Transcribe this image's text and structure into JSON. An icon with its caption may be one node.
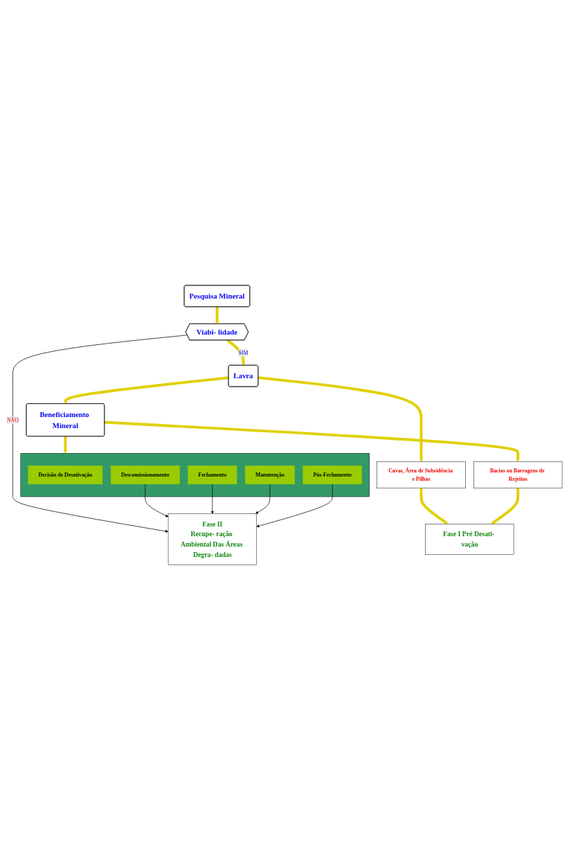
{
  "diagram": {
    "nodes": [
      {
        "text": [
          "Pesquisa Mineral"
        ]
      },
      {
        "text": [
          "Viabi- lidade"
        ]
      },
      {
        "text": [
          "Lavra"
        ]
      },
      {
        "text": [
          "Cavas, Área de Subsidência e Pilhas"
        ]
      },
      {
        "text": [
          "Fase I Pré Desati- vação"
        ]
      },
      {
        "text": [
          "Beneficiamento Mineral"
        ]
      },
      {
        "text": [
          "Bacias ou Barragens de Rejeitos"
        ]
      },
      {
        "text": [],
        "shape": "box"
      },
      {
        "text": [
          "Decisão de Desativação"
        ],
        "in": 7
      },
      {
        "text": [
          "Descomissionamento"
        ],
        "in": 7
      },
      {
        "text": [
          "Fechamento"
        ],
        "in": 7
      },
      {
        "text": [
          "Manutenção"
        ],
        "in": 7
      },
      {
        "text": [
          "Pós-Fechamento"
        ],
        "in": 7
      },
      {
        "text": [
          "Fase II",
          "Recupe- ração Ambiental Das Áreas Degra- dadas"
        ]
      }
    ],
    "edges": [
      {
        "from": 0,
        "to": 1,
        "arrow": "to"
      },
      {
        "from": 1,
        "to": 13,
        "arrow": "to",
        "label": "NÃO",
        "color": "#000000"
      },
      {
        "from": 1,
        "to": 2,
        "arrow": "to",
        "label": "SIM"
      },
      {
        "from": 2,
        "to": 3,
        "arrow": "to"
      },
      {
        "from": 3,
        "to": 4,
        "arrow": "to"
      },
      {
        "from": 2,
        "to": 5,
        "arrow": "to"
      },
      {
        "from": 5,
        "to": 6,
        "arrow": "to"
      },
      {
        "from": 6,
        "to": 4,
        "arrow": "to"
      },
      {
        "from": 5,
        "to": 7,
        "arrow": "to"
      },
      {
        "from": 9,
        "to": 13,
        "arrow": "to",
        "color": "#000000"
      },
      {
        "from": 10,
        "to": 13,
        "arrow": "to",
        "color": "#000000"
      },
      {
        "from": 11,
        "to": 13,
        "arrow": "to",
        "color": "#000000"
      },
      {
        "from": 12,
        "to": 13,
        "arrow": "to",
        "color": "#000000"
      }
    ]
  }
}
